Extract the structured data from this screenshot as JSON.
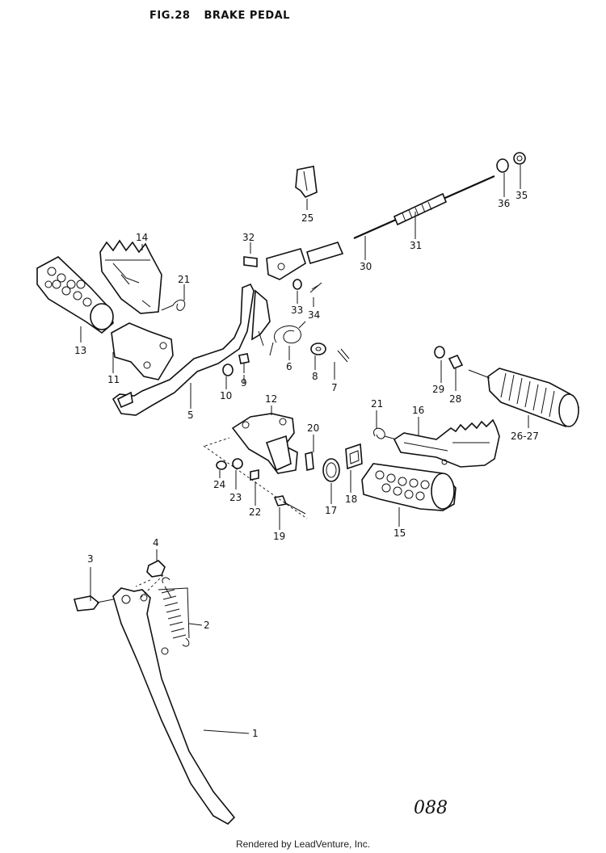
{
  "header": {
    "fig": "FIG.28",
    "title": "BRAKE PEDAL"
  },
  "page_number": "088",
  "footer": "Rendered by LeadVenture, Inc.",
  "callouts": {
    "c1": "1",
    "c2": "2",
    "c3": "3",
    "c4": "4",
    "c5": "5",
    "c6": "6",
    "c7": "7",
    "c8": "8",
    "c9": "9",
    "c10": "10",
    "c11": "11",
    "c12": "12",
    "c13": "13",
    "c14": "14",
    "c15": "15",
    "c16": "16",
    "c17": "17",
    "c18": "18",
    "c19": "19",
    "c20": "20",
    "c21a": "21",
    "c21b": "21",
    "c22": "22",
    "c23": "23",
    "c24": "24",
    "c25": "25",
    "c2627": "26-27",
    "c28": "28",
    "c29": "29",
    "c30": "30",
    "c31": "31",
    "c32": "32",
    "c33": "33",
    "c34": "34",
    "c35": "35",
    "c36": "36"
  }
}
